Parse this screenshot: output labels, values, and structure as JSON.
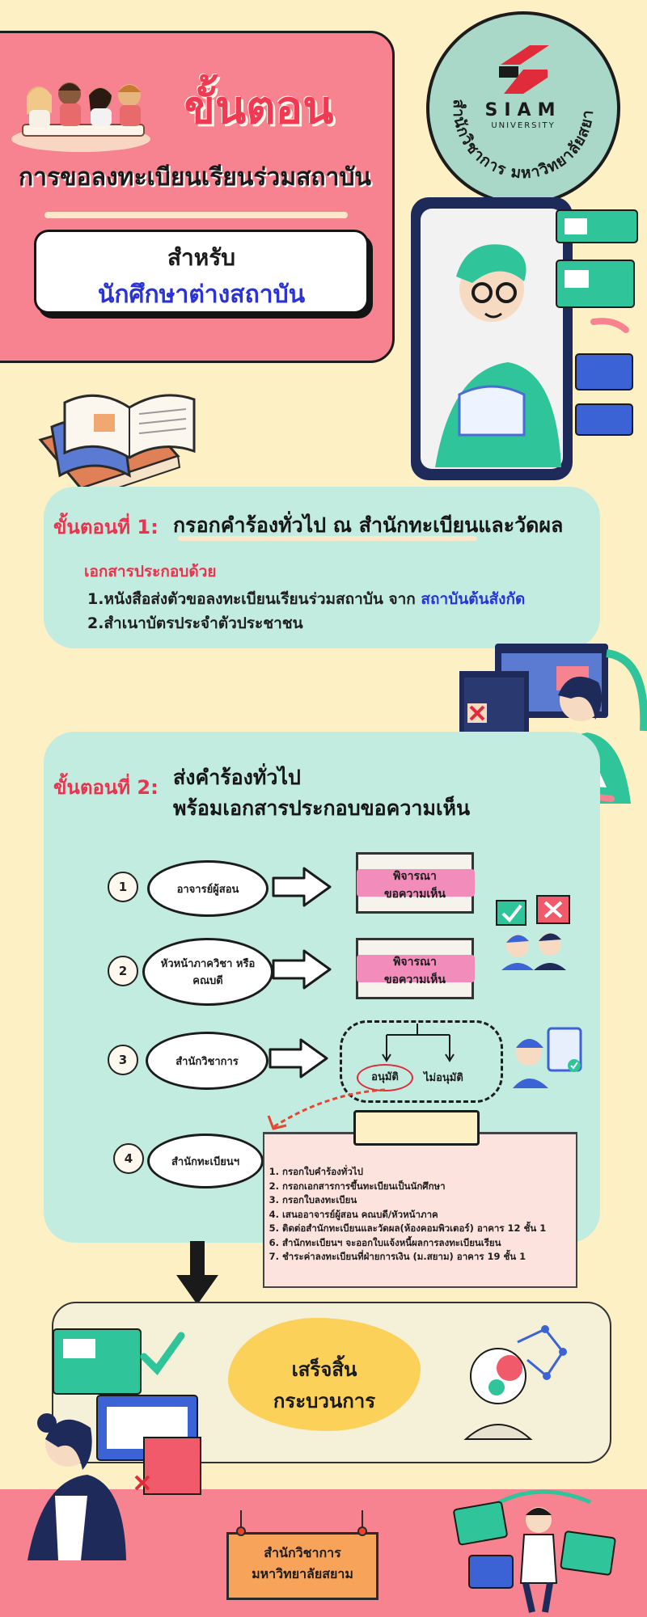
{
  "header": {
    "title": "ขั้นตอน",
    "subtitle": "การขอลงทะเบียนเรียนร่วมสถาบัน",
    "for_line1": "สำหรับ",
    "for_line2": "นักศึกษาต่างสถาบัน"
  },
  "logo": {
    "name": "SIAM",
    "sub": "UNIVERSITY",
    "ring_text": "สำนักวิชาการ มหาวิทยาลัยสยาม"
  },
  "step1": {
    "label": "ขั้นตอนที่ 1:",
    "text": "กรอกคำร้องทั่วไป ณ สำนักทะเบียนและวัดผล",
    "docs_heading": "เอกสารประกอบด้วย",
    "doc1_prefix": "1.หนังสือส่งตัวขอลงทะเบียนเรียนร่วมสถาบัน จาก ",
    "doc1_highlight": "สถาบันต้นสังกัด",
    "doc2": "2.สำเนาบัตรประจำตัวประชาชน"
  },
  "step2": {
    "label": "ขั้นตอนที่ 2:",
    "text_line1": "ส่งคำร้องทั่วไป",
    "text_line2": "พร้อมเอกสารประกอบขอความเห็น"
  },
  "flow": {
    "n1": "1",
    "n2": "2",
    "n3": "3",
    "n4": "4",
    "actor1": "อาจารย์ผู้สอน",
    "actor2": "หัวหน้าภาควิชา หรือ คณบดี",
    "actor3": "สำนักวิชาการ",
    "actor4": "สำนักทะเบียนฯ",
    "note1_line1": "พิจารณา",
    "note1_line2": "ขอความเห็น",
    "note2_line1": "พิจารณา",
    "note2_line2": "ขอความเห็น",
    "approve": "อนุมัติ",
    "reject": "ไม่อนุมัติ"
  },
  "registrar_steps": [
    "กรอกใบคำร้องทั่วไป",
    "กรอกเอกสารการขึ้นทะเบียนเป็นนักศึกษา",
    "กรอกใบลงทะเบียน",
    "เสนออาจารย์ผู้สอน คณบดี/หัวหน้าภาค",
    "ติดต่อสำนักทะเบียนและวัดผล(ห้องคอมพิวเตอร์) อาคาร 12 ชั้น 1",
    "สำนักทะเบียนฯ จะออกใบแจ้งหนี้ผลการลงทะเบียนเรียน",
    "ชำระค่าลงทะเบียนที่ฝ่ายการเงิน (ม.สยาม) อาคาร 19 ชั้น 1"
  ],
  "final": {
    "line1": "เสร็จสิ้น",
    "line2": "กระบวนการ"
  },
  "footer": {
    "line1": "สำนักวิชาการ",
    "line2": "มหาวิทยาลัยสยาม"
  },
  "colors": {
    "background": "#fdf0c4",
    "header_pink": "#f6838f",
    "panel_mint": "#c3ece1",
    "title_red": "#f03a54",
    "step_red": "#e8344e",
    "accent_blue": "#2a33d8",
    "final_yellow": "#fcd15a",
    "footer_orange": "#f7a45a"
  },
  "icons": [
    "students-illustration-icon",
    "books-icon",
    "thinking-person-icon",
    "document-check-icon",
    "check-icon",
    "cross-icon",
    "arrow-right-icon",
    "arrow-down-icon",
    "curved-arrow-icon",
    "person-thinking-icon"
  ]
}
